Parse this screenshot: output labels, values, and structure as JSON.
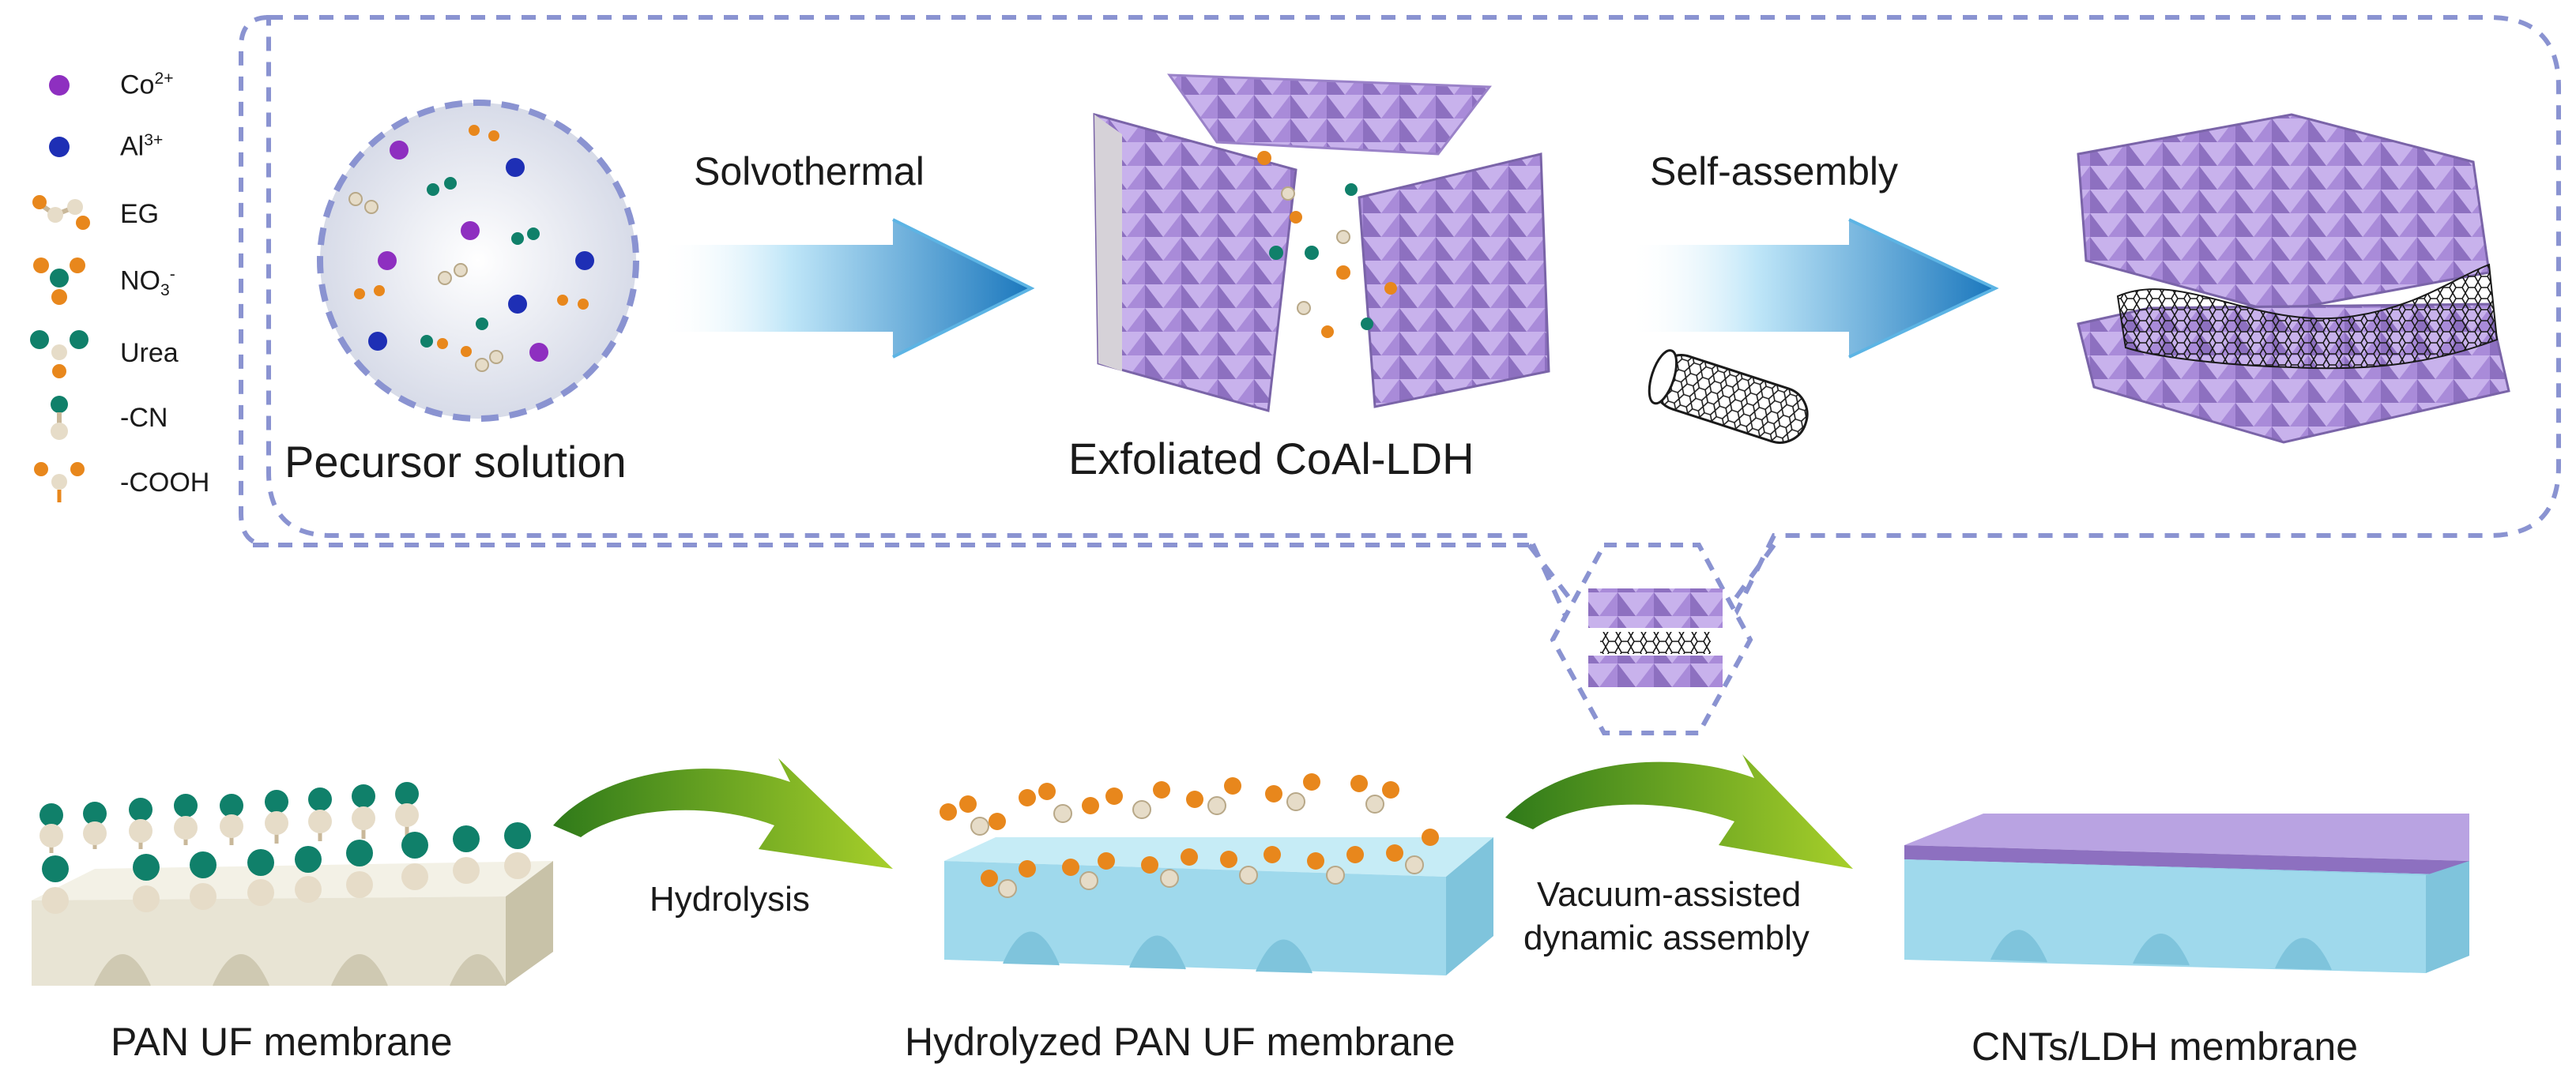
{
  "legend": {
    "co_prefix": "Co",
    "co_sup": "2+",
    "al_prefix": "Al",
    "al_sup": "3+",
    "eg": "EG",
    "no3_prefix": "NO",
    "no3_sub": "3",
    "no3_sup": "-",
    "urea": "Urea",
    "cn": "-CN",
    "cooh": "-COOH"
  },
  "top": {
    "step1": "Solvothermal",
    "step2": "Self-assembly",
    "caption_precursor": "Pecursor solution",
    "caption_ldh": "Exfoliated CoAl-LDH"
  },
  "bottom": {
    "step1": "Hydrolysis",
    "step2_line1": "Vacuum-assisted",
    "step2_line2": "dynamic assembly",
    "caption_pan": "PAN UF membrane",
    "caption_hpan": "Hydrolyzed PAN UF membrane",
    "caption_cnt": "CNTs/LDH  membrane"
  },
  "colors": {
    "co": "#8e2fc0",
    "al": "#1e2fb5",
    "eg_orange": "#e8871c",
    "teal": "#10806a",
    "ldh_purple": "#b79ae0",
    "ldh_dark": "#7a64a8",
    "pan_beige": "#e8e4d4",
    "hpan_blue": "#9fd9ec",
    "dash_border": "#8a93d1",
    "arrow_blue": "#1f84c6",
    "arrow_green": "#7cbd1e"
  }
}
